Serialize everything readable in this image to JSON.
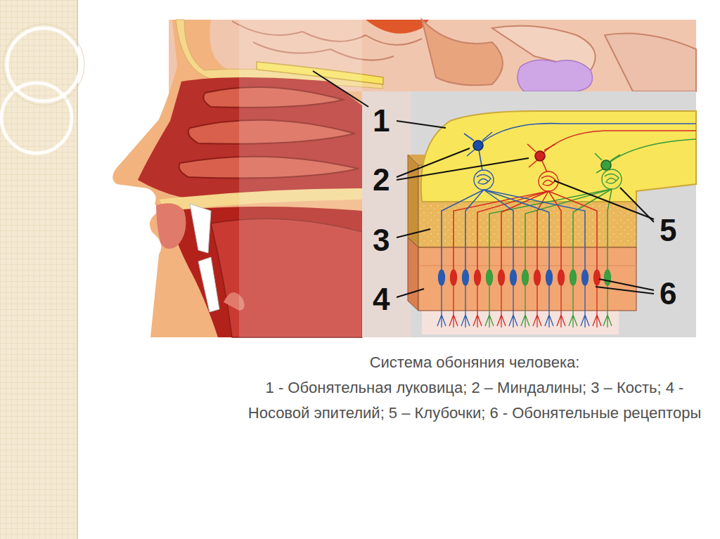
{
  "diagram": {
    "title": "Система обоняния человека:",
    "caption": "1 - Обонятельная луковица; 2 – Миндалины; 3 – Кость; 4 - Носовой эпителий; 5 – Клубочки; 6 - Обонятельные рецепторы",
    "labels": [
      "1",
      "2",
      "3",
      "4",
      "5",
      "6"
    ]
  }
}
